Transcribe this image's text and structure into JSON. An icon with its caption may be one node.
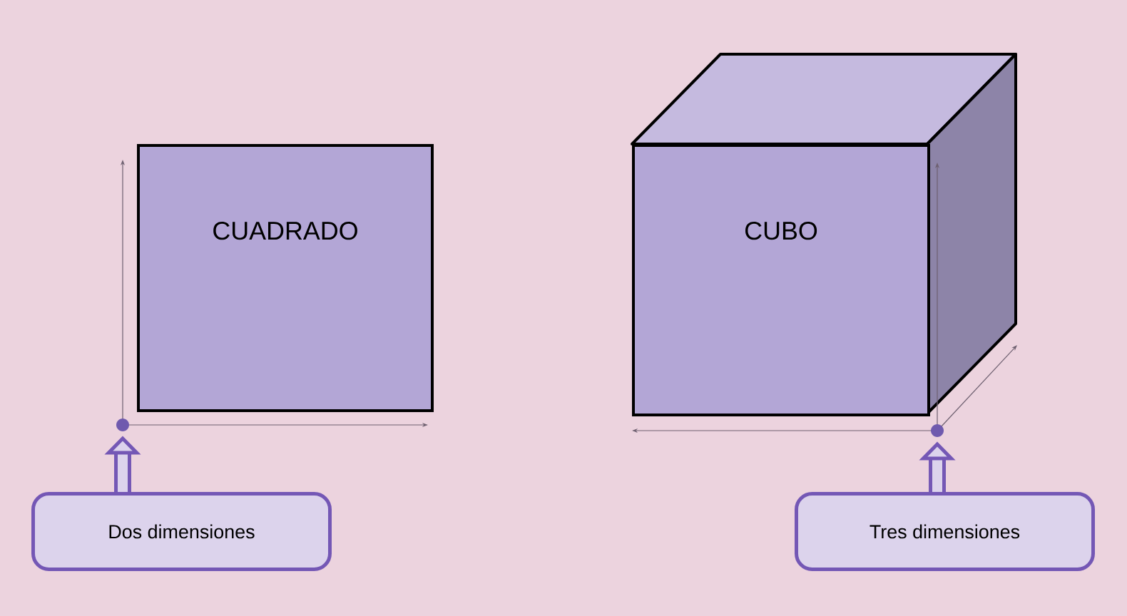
{
  "diagram": {
    "nodes": [
      {
        "text": [
          "CUADRADO"
        ]
      },
      {
        "text": [
          "CUBO"
        ]
      },
      {
        "text": [],
        "shape": "circle"
      },
      {
        "text": [],
        "shape": "circle"
      },
      {
        "text": [
          "Dos dimensiones"
        ]
      },
      {
        "text": [
          "Tres dimensiones"
        ]
      }
    ],
    "edges": [
      {
        "from": 4,
        "to": 2,
        "arrow": "to"
      },
      {
        "from": 5,
        "to": 3,
        "arrow": "to"
      }
    ]
  }
}
